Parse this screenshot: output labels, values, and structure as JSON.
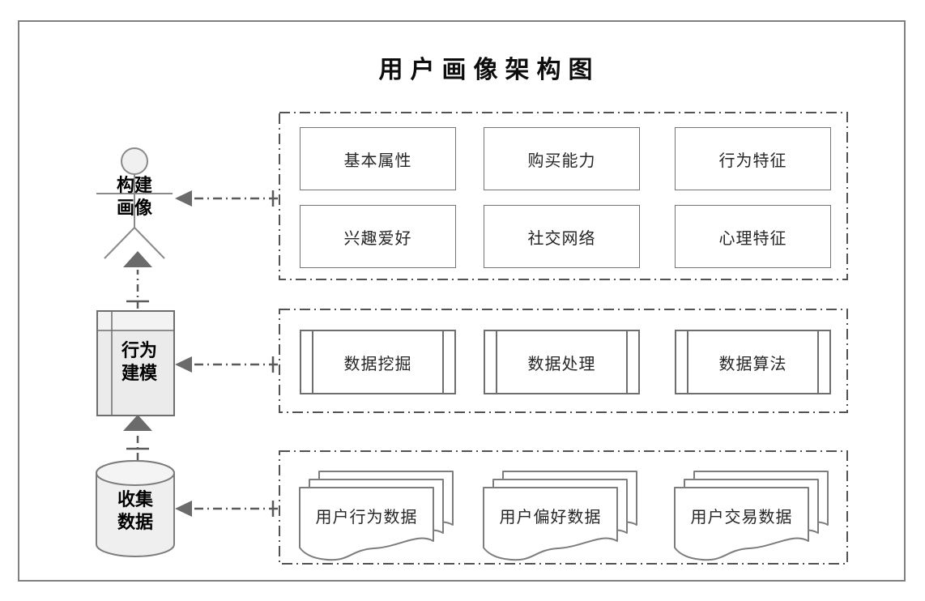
{
  "title": "用户画像架构图",
  "pipeline": {
    "actor": {
      "label": "构建\n画像"
    },
    "component": {
      "label": "行为\n建模"
    },
    "database": {
      "label": "收集\n数据"
    }
  },
  "groups": {
    "profile_features": {
      "items": [
        {
          "label": "基本属性"
        },
        {
          "label": "购买能力"
        },
        {
          "label": "行为特征"
        },
        {
          "label": "兴趣爱好"
        },
        {
          "label": "社交网络"
        },
        {
          "label": "心理特征"
        }
      ]
    },
    "modeling_processes": {
      "items": [
        {
          "label": "数据挖掘"
        },
        {
          "label": "数据处理"
        },
        {
          "label": "数据算法"
        }
      ]
    },
    "data_sources": {
      "items": [
        {
          "label": "用户行为数据"
        },
        {
          "label": "用户偏好数据"
        },
        {
          "label": "用户交易数据"
        }
      ]
    }
  },
  "colors": {
    "frame_border": "#808080",
    "dashed_group_border": "#525252",
    "node_border": "#6e6e6e",
    "thin_box_border": "#757575",
    "arrow_line": "#5a5a5a",
    "arrowhead_fill": "#6b6b6b",
    "shape_fill": "#ececec",
    "text": "#000000"
  }
}
